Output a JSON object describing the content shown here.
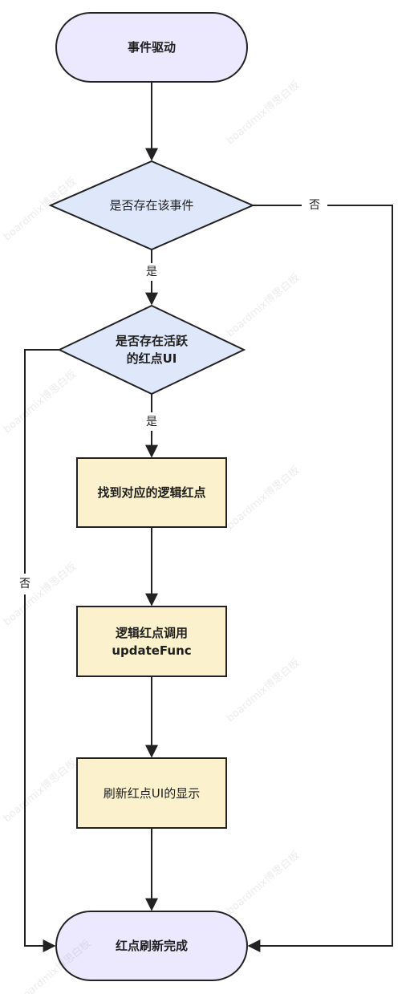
{
  "flowchart": {
    "nodes": {
      "start": "事件驱动",
      "check_event": "是否存在该事件",
      "check_active": "是否存在活跃\n的红点UI",
      "find_logic": "找到对应的逻辑红点",
      "call_update": "逻辑红点调用\nupdateFunc",
      "refresh_ui": "刷新红点UI的显示",
      "end": "红点刷新完成"
    },
    "edge_labels": {
      "event_yes": "是",
      "event_no": "否",
      "active_yes": "是",
      "active_no": "否"
    },
    "colors": {
      "terminal_fill": "#ece8fd",
      "decision_fill": "#dfe8fb",
      "process_fill": "#fbf1cd",
      "stroke": "#222222"
    }
  },
  "watermark": "boardmix博思白板"
}
